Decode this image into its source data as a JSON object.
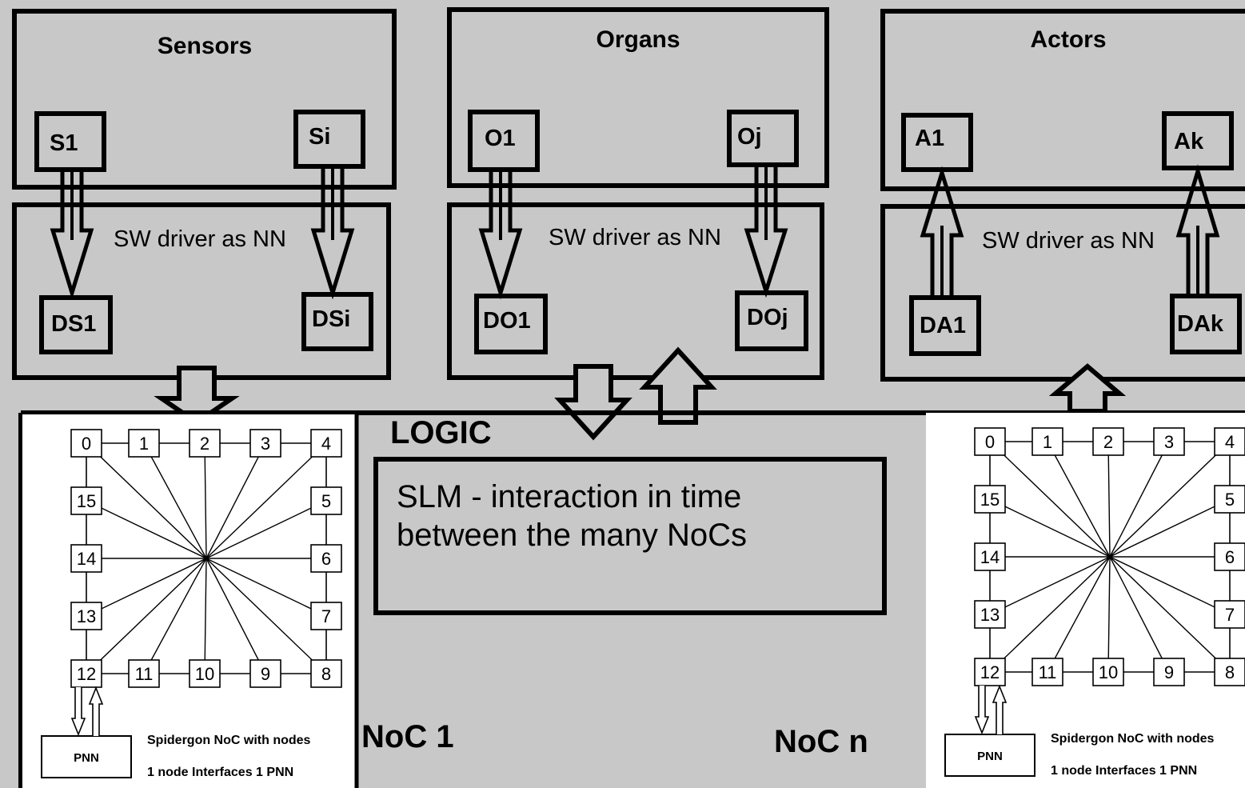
{
  "colors": {
    "background": "#c8c8c8",
    "stroke": "#000000",
    "panel": "#ffffff"
  },
  "modules": [
    {
      "title": "Sensors",
      "driver": "SW driver as NN",
      "top_left": "S1",
      "top_right": "Si",
      "bottom_left": "DS1",
      "bottom_right": "DSi"
    },
    {
      "title": "Organs",
      "driver": "SW driver as NN",
      "top_left": "O1",
      "top_right": "Oj",
      "bottom_left": "DO1",
      "bottom_right": "DOj"
    },
    {
      "title": "Actors",
      "driver": "SW driver as NN",
      "top_left": "A1",
      "top_right": "Ak",
      "bottom_left": "DA1",
      "bottom_right": "DAk"
    }
  ],
  "logic": {
    "title": "LOGIC",
    "slm_line1": "SLM - interaction in time",
    "slm_line2": "between the many NoCs",
    "noc1_label": "NoC 1",
    "nocn_label": "NoC n"
  },
  "noc": {
    "top_nodes": [
      "0",
      "1",
      "2",
      "3",
      "4"
    ],
    "right_nodes": [
      "5",
      "6",
      "7"
    ],
    "bottom_nodes": [
      "12",
      "11",
      "10",
      "9",
      "8"
    ],
    "left_nodes": [
      "15",
      "14",
      "13"
    ],
    "pnn": "PNN",
    "caption1": "Spidergon NoC with nodes",
    "caption2": "1 node Interfaces 1 PNN"
  }
}
